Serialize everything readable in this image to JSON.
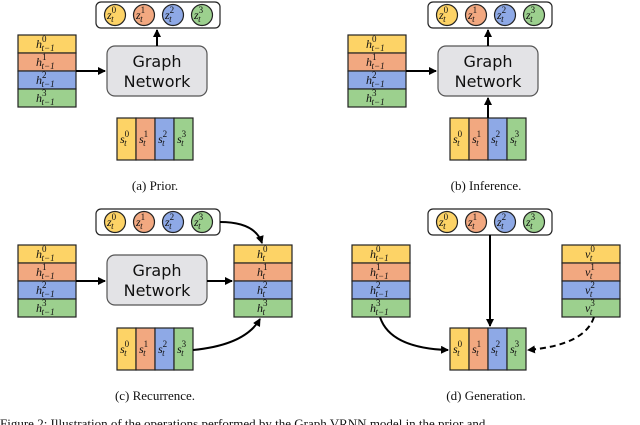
{
  "captions": {
    "prior": "(a) Prior.",
    "inference": "(b) Inference.",
    "recurrence": "(c) Recurrence.",
    "generation": "(d) Generation."
  },
  "graph_network": {
    "line1": "Graph",
    "line2": "Network"
  },
  "symbols": {
    "h_prev": [
      "h",
      "h",
      "h",
      "h"
    ],
    "h_prev_sub": "t−1",
    "h_t_sub": "t",
    "z_sub": "t",
    "s_sub": "t",
    "v_sub": "t",
    "indices": [
      "0",
      "1",
      "2",
      "3"
    ]
  },
  "colors": {
    "yellow": "#fdd366",
    "orange": "#f2a880",
    "blue": "#8ea9e6",
    "green": "#9cd08e",
    "gray": "#e3e3e6"
  },
  "footer_text": "Figure 2: Illustration of the operations performed by the Graph VRNN model in the prior and"
}
